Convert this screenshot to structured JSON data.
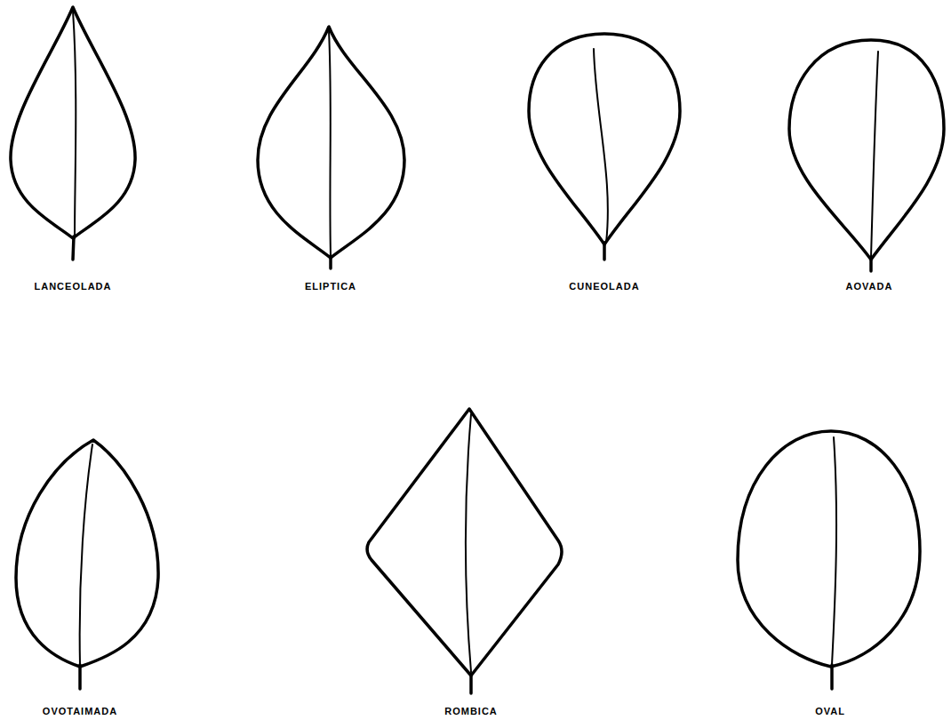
{
  "diagram": {
    "labels": [
      "LANCEOLADA",
      "ELIPTICA",
      "CUNEOLADA",
      "AOVADA",
      "OVOTAIMADA",
      "ROMBICA",
      "OVAL"
    ]
  }
}
